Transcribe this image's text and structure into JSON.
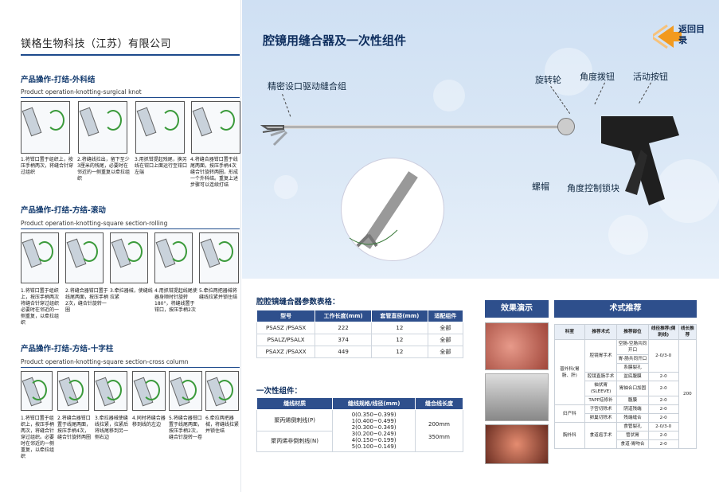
{
  "company": "镁格生物科技（江苏）有限公司",
  "back_label": "返回目录",
  "main_title": "腔镜用缝合器及一次性组件",
  "sections": [
    {
      "title": "产品操作-打结-外科结",
      "subtitle": "Product operation-knotting-surgical knot",
      "captions": [
        "1.将钳口置于组织上，按压手柄两次，将缝合针穿过组织",
        "2.将缝线拉出，留下至少3厘米的残尾，必要时在邻近的一侧重复以牵拉组织",
        "3.用抓钳提起残尾，换另线在钳口上面运行至钳口左端",
        "4.将缝合器钳口置于线尾两面，按压手柄4次缝合针旋转两圈，形成一个外科结。重复上述步骤可以连续打结"
      ]
    },
    {
      "title": "产品操作-打结-方结-滚动",
      "subtitle": "Product operation-knotting-square section-rolling",
      "captions": [
        "1.将钳口置于组织上，按压手柄两次将缝合针穿过组织必要时在邻近的一侧重复，以牵拉组织",
        "2.将缝合器钳口置于线尾两面，按压手柄2次，缝合针旋转一圈",
        "3.牵拉器械，使缝线拉紧",
        "4.用抓钳提起线尾使器身顺时针旋转180°，将缝线置于钳口，按压手柄2次",
        "5.牵拉两把器械将缝线拉紧并锁住结"
      ]
    },
    {
      "title": "产品操作-打结-方结-十字柱",
      "subtitle": "Product operation-knotting-square section-cross column",
      "captions": [
        "1.将钳口置于组织上，按压手柄两次，将缝合针穿过组织。必要时在邻近的一侧重复，以牵拉组织",
        "2.将缝合器钳口置于线尾两面，按压手柄4次，缝合针旋转两圈",
        "3.牵拉器械使缝线拉紧，拉紧后将线尾移到另一侧右边",
        "4.同时将缝合器移到线的左边",
        "5.将缝合器钳口置于线尾两面，按压手柄2次，缝合针旋转一卷",
        "6.牵拉两把器械，将缝线拉紧并锁住结"
      ]
    }
  ],
  "callouts": {
    "precise": "精密设口驱动缝合组",
    "rotate": "旋转轮",
    "angle_btn": "角度拨钮",
    "activate": "活动按钮",
    "cap": "螺帽",
    "lock": "角度控制锁块"
  },
  "params": {
    "title": "腔腔镜缝合器参数表格：",
    "headers": [
      "型号",
      "工作长度(mm)",
      "套管直径(mm)",
      "适配组件"
    ],
    "rows": [
      [
        "PSASZ /PSASX",
        "222",
        "12",
        "全部"
      ],
      [
        "PSALZ/PSALX",
        "374",
        "12",
        "全部"
      ],
      [
        "PSAXZ /PSAXX",
        "449",
        "12",
        "全部"
      ]
    ]
  },
  "disposable": {
    "title": "一次性组件：",
    "headers": [
      "缝线材质",
      "缝线规格/线径(mm)",
      "缝合线长度"
    ],
    "materials": [
      "聚丙烯倒刺线(P)",
      "聚丙烯非倒刺线(N)"
    ],
    "specs": [
      "0(0.350~0.399)",
      "1(0.400~0.499)",
      "2(0.300~0.349)",
      "3(0.200~0.249)",
      "4(0.150~0.199)",
      "5(0.100~0.149)"
    ],
    "lengths": [
      "200mm",
      "350mm"
    ]
  },
  "effect_title": "效果演示",
  "recommend": {
    "title": "术式推荐",
    "headers": [
      "科室",
      "推荐术式",
      "推荐部位",
      "线径推荐(倒刺线)",
      "线长推荐"
    ],
    "rows": [
      [
        "普外科(胃肠、肝)",
        "腔镜胃手术",
        "空肠-空肠共同开口",
        "2-0/3-0",
        "200"
      ],
      [
        "",
        "",
        "胃-肠共同开口",
        "",
        ""
      ],
      [
        "",
        "",
        "系膜裂孔",
        "",
        ""
      ],
      [
        "",
        "腔镜直肠手术",
        "盆底腹膜",
        "2-0",
        ""
      ],
      [
        "",
        "袖状胃(SLEEVE)",
        "胃袖合口加固",
        "2-0",
        ""
      ],
      [
        "",
        "TAPP疝修补",
        "腹膜",
        "2-0",
        ""
      ],
      [
        "妇产科",
        "子宫切除术",
        "阴道残端",
        "2-0",
        ""
      ],
      [
        "",
        "卵巢切除术",
        "残端缝合",
        "2-0",
        ""
      ],
      [
        "胸外科",
        "食道癌手术",
        "食管裂孔",
        "2-0/3-0",
        ""
      ],
      [
        "",
        "",
        "管状胃",
        "2-0",
        ""
      ],
      [
        "",
        "",
        "食道-胃吻合",
        "2-0",
        ""
      ]
    ]
  }
}
